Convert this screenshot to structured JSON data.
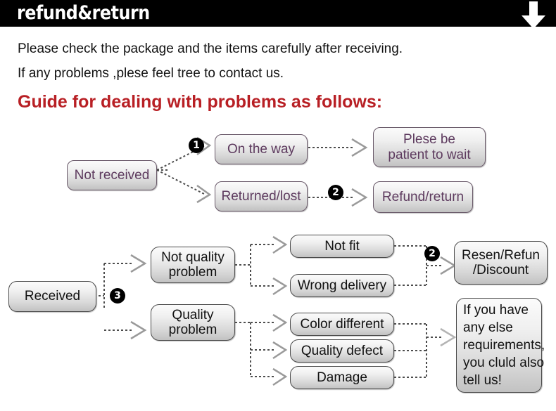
{
  "header": {
    "title": "refund&return",
    "arrow_icon": "down-arrow-icon",
    "background_color": "#000000",
    "text_color": "#ffffff"
  },
  "intro": {
    "line1": "Please check the package and the items carefully after receiving.",
    "line2": "If any problems ,plese feel tree to contact us."
  },
  "guide": {
    "heading": "Guide for dealing with problems as follows:",
    "heading_color": "#b81f24"
  },
  "flowchart_not_received": {
    "start": {
      "label": "Not received"
    },
    "branches": [
      {
        "badge": "1",
        "condition": {
          "label": "On the way"
        },
        "outcome": {
          "label": "Plese be\npatient to wait"
        }
      },
      {
        "badge": "2",
        "condition": {
          "label": "Returned/lost"
        },
        "outcome": {
          "label": "Refund/return"
        }
      }
    ]
  },
  "flowchart_received": {
    "start": {
      "label": "Received"
    },
    "badge": "3",
    "categories": [
      {
        "label": "Not quality\nproblem",
        "issues": [
          {
            "label": "Not fit"
          },
          {
            "label": "Wrong delivery"
          }
        ],
        "outcome_badge": "2",
        "outcome": {
          "label": "Resen/Refun\n/Discount"
        }
      },
      {
        "label": "Quality\nproblem",
        "issues": [
          {
            "label": "Color different"
          },
          {
            "label": "Quality defect"
          },
          {
            "label": "Damage"
          }
        ],
        "outcome": {
          "label": "If you have\nany else\nrequirements,\nyou cluld also\ntell us!"
        }
      }
    ]
  },
  "style": {
    "node_text_color": "#111111",
    "node_purple_text_color": "#5d3a5e",
    "node_border_color": "#4a4a4a",
    "connector_color": "#4d4d4d",
    "badge_color": "#000000"
  }
}
